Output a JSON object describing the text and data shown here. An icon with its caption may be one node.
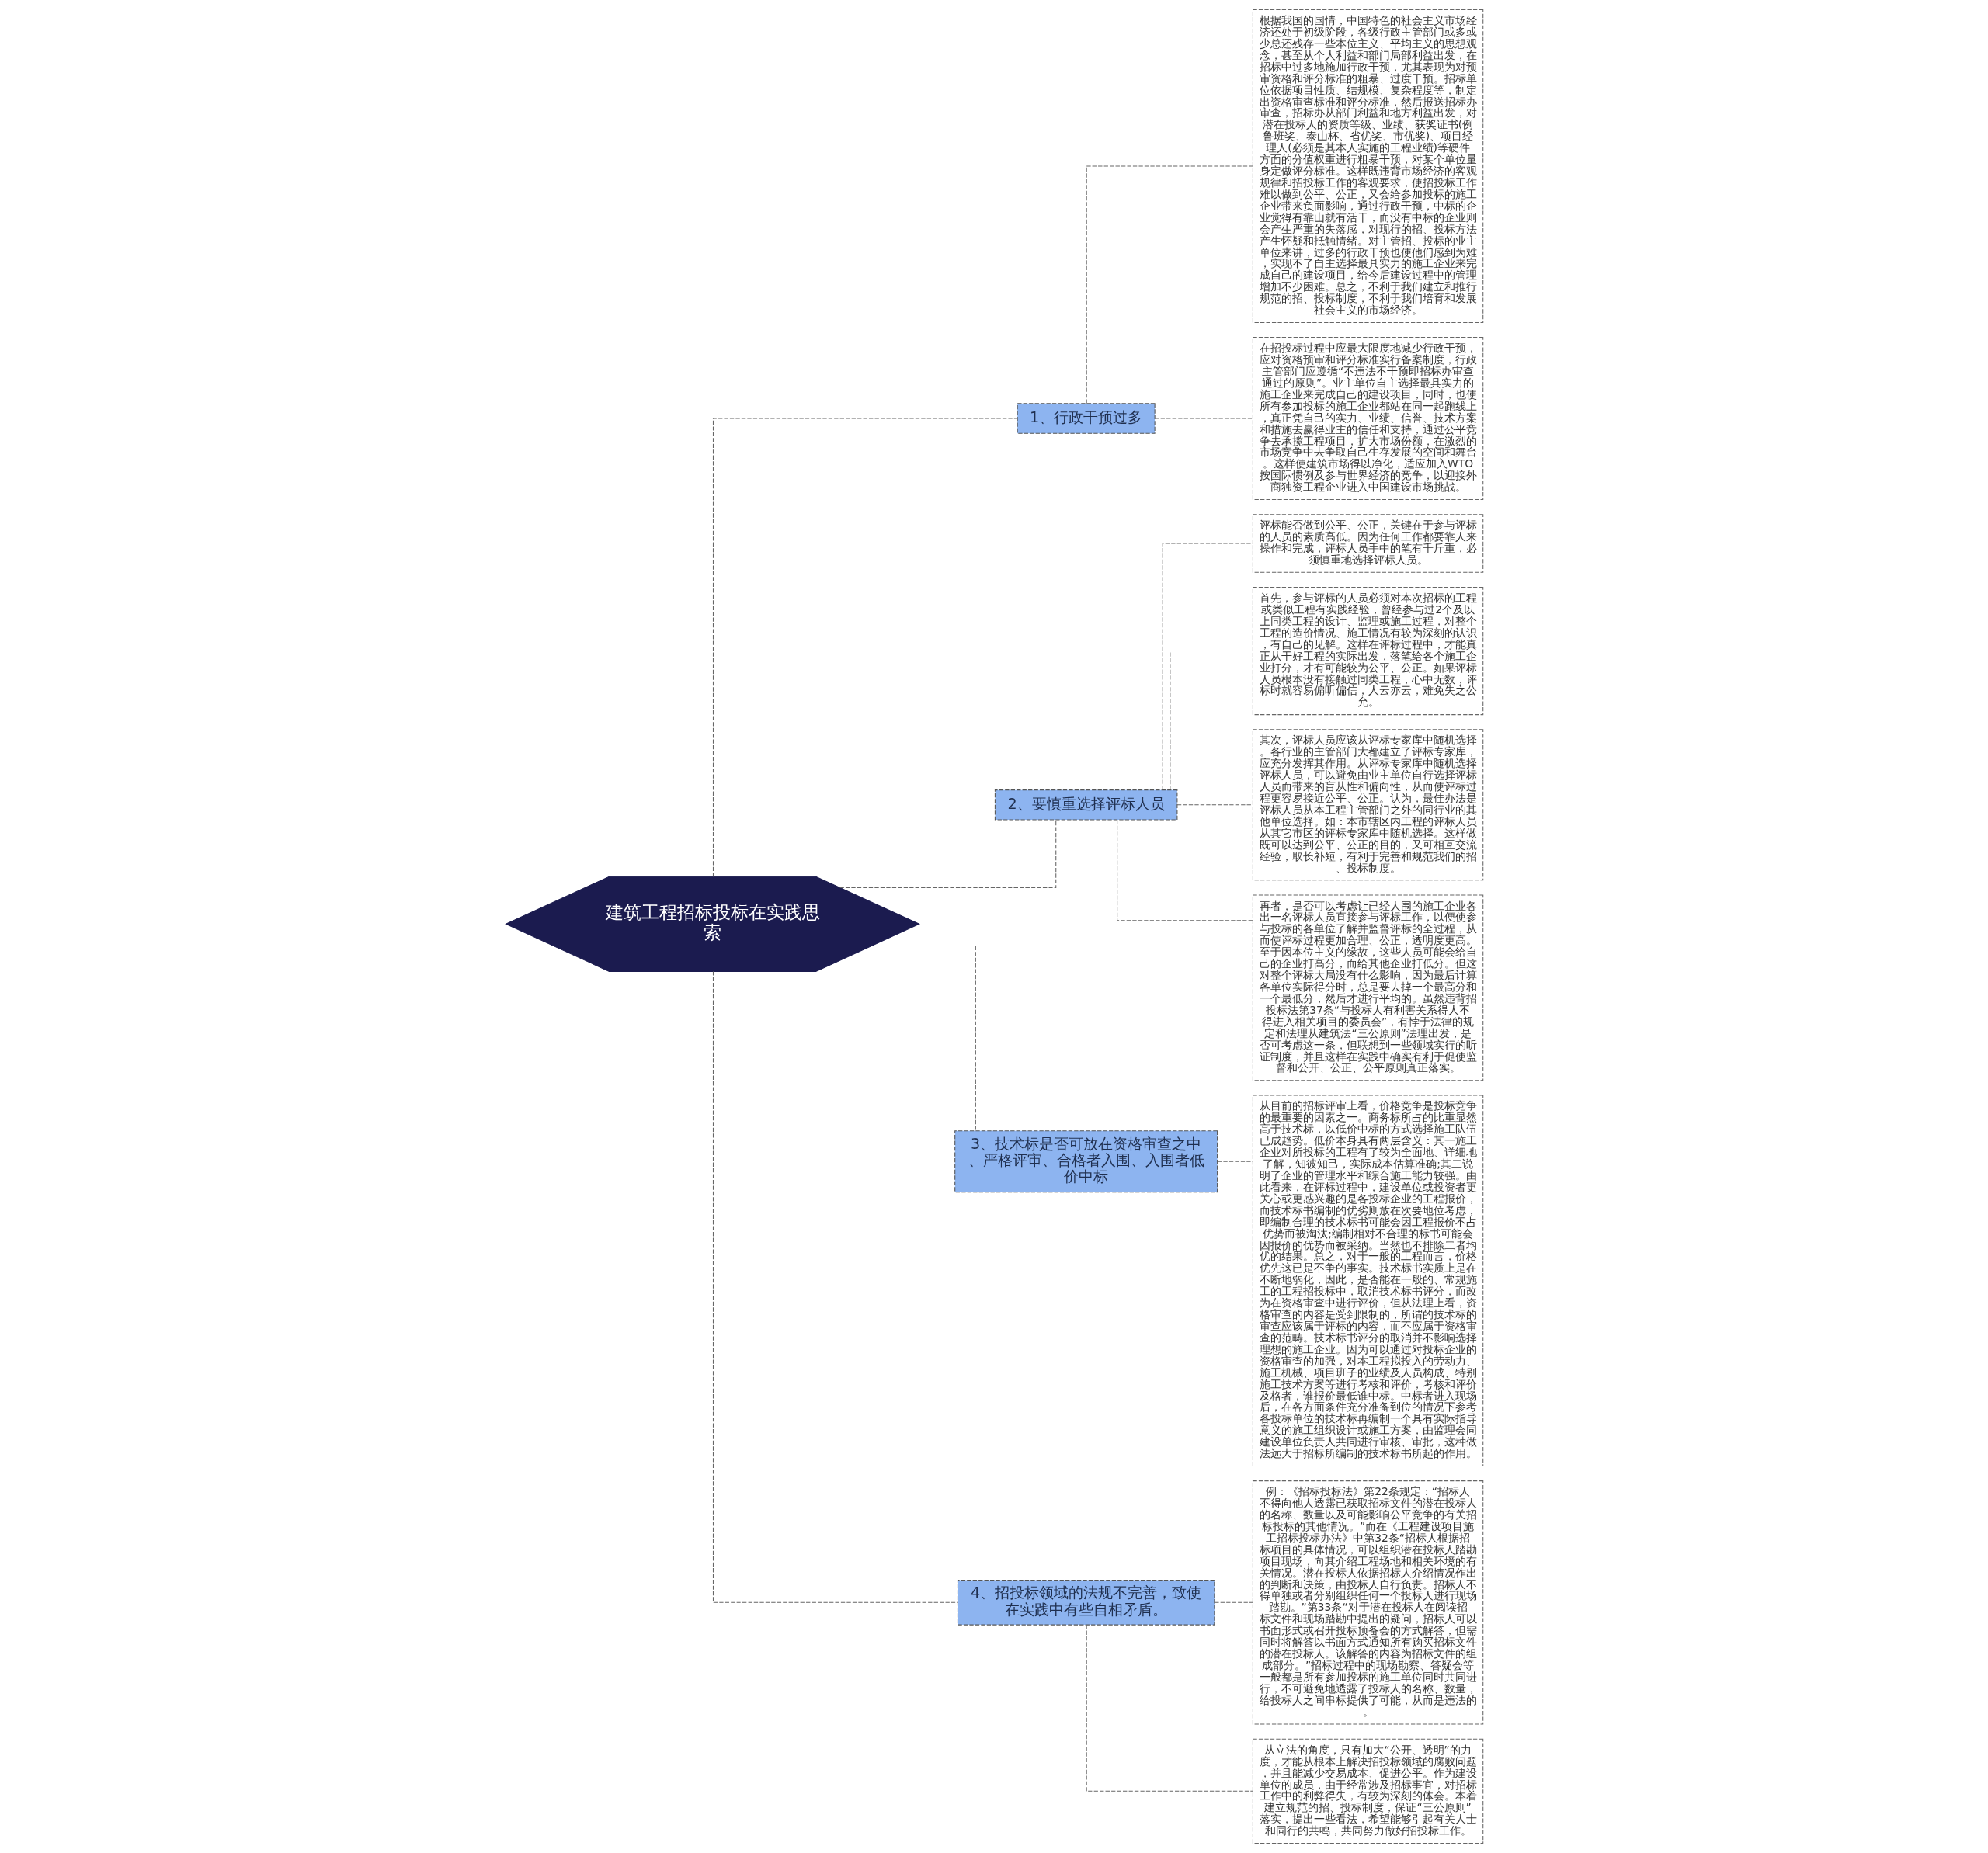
{
  "diagram": {
    "nodes": [
      {
        "text": [
          "建筑工程招标投标在实践思索"
        ]
      },
      {
        "text": [
          "1、行政干预过多"
        ]
      },
      {
        "text": [
          "根据我国的国情，中国特色的社会主义市场经济还处于初级阶段，各级行政主管部门或多或少总还残存一些本位主义、平均主义的思想观念，甚至从个人利益和部门局部利益出发，在招标中过多地施加行政干预，尤其表现为对预审资格和评分标准的粗暴、过度干预。招标单位依据项目性质、结规模、复杂程度等，制定出资格审查标准和评分标准，然后报送招标办审查，招标办从部门利益和地方利益出发，对潜在投标人的资质等级、业绩、获奖证书(例鲁班奖、泰山杯、省优奖、市优奖)、项目经理人(必须是其本人实施的工程业绩)等硬件方面的分值权重进行粗暴干预，对某个单位量身定做评分标准。这样既违背市场经济的客观规律和招投标工作的客观要求，使招投标工作难以做到公平、公正，又会给参加投标的施工企业带来负面影响，通过行政干预，中标的企业觉得有靠山就有活干，而没有中标的企业则会产生严重的失落感，对现行的招、投标方法产生怀疑和抵触情绪。对主管招、投标的业主单位来讲，过多的行政干预也使他们感到为难，实现不了自主选择最具实力的施工企业来完成自己的建设项目，给今后建设过程中的管理增加不少困难。总之，不利于我们建立和推行规范的招、投标制度，不利于我们培育和发展社会主义的市场经济。"
        ]
      },
      {
        "text": [
          "在招投标过程中应最大限度地减少行政干预，应对资格预审和评分标准实行备案制度，行政主管部门应遵循“不违法不干预即招标办审查通过的原则”。业主单位自主选择最具实力的施工企业来完成自己的建设项目，同时，也使所有参加投标的施工企业都站在同一起跑线上，真正凭自己的实力、业绩、信誉、技术方案和措施去赢得业主的信任和支持，通过公平竞争去承揽工程项目，扩大市场份额，在激烈的市场竞争中去争取自己生存发展的空间和舞台。这样使建筑市场得以净化，适应加入WTO按国际惯例及参与世界经济的竞争，以迎接外商独资工程企业进入中国建设市场挑战。"
        ]
      },
      {
        "text": [
          "2、要慎重选择评标人员"
        ]
      },
      {
        "text": [
          "评标能否做到公平、公正，关键在于参与评标的人员的素质高低。因为任何工作都要靠人来操作和完成，评标人员手中的笔有千斤重，必须慎重地选择评标人员。"
        ]
      },
      {
        "text": [
          "首先，参与评标的人员必须对本次招标的工程或类似工程有实践经验，曾经参与过2个及以上同类工程的设计、监理或施工过程，对整个工程的造价情况、施工情况有较为深刻的认识，有自己的见解。这样在评标过程中，才能真正从干好工程的实际出发，落笔给各个施工企业打分，才有可能较为公平、公正。如果评标人员根本没有接触过同类工程，心中无数，评标时就容易偏听偏信，人云亦云，难免失之公允。"
        ]
      },
      {
        "text": [
          "其次，评标人员应该从评标专家库中随机选择。各行业的主管部门大都建立了评标专家库，应充分发挥其作用。从评标专家库中随机选择评标人员，可以避免由业主单位自行选择评标人员而带来的盲从性和偏向性，从而使评标过程更容易接近公平、公正。认为，最佳办法是评标人员从本工程主管部门之外的同行业的其他单位选择。如：本市辖区内工程的评标人员从其它市区的评标专家库中随机选择。这样做既可以达到公平、公正的目的，又可相互交流经验，取长补短，有利于完善和规范我们的招、投标制度。"
        ]
      },
      {
        "text": [
          "再者，是否可以考虑让已经人围的施工企业各出一名评标人员直接参与评标工作，以便使参与投标的各单位了解并监督评标的全过程，从而使评标过程更加合理、公正，透明度更高。至于因本位主义的缘故，这些人员可能会给自己的企业打高分，而给其他企业打低分。但这对整个评标大局没有什么影响，因为最后计算各单位实际得分时，总是要去掉一个最高分和一个最低分，然后才进行平均的。虽然违背招投标法第37条“与投标人有利害关系得人不得进入相关项目的委员会”，有悖于法律的规定和法理从建筑法“三公原则”法理出发，是否可考虑这一条，但联想到一些领域实行的听证制度，并且这样在实践中确实有利于促使监督和公开、公正、公平原则真正落实。"
        ]
      },
      {
        "text": [
          "3、技术标是否可放在资格审查之中、严格评审、合格者入围、入围者低价中标"
        ]
      },
      {
        "text": [
          "从目前的招标评审上看，价格竞争是投标竞争的最重要的因素之一。商务标所占的比重显然高于技术标，以低价中标的方式选择施工队伍已成趋势。低价本身具有两层含义：其一施工企业对所投标的工程有了较为全面地、详细地了解，知彼知己，实际成本估算准确;其二说明了企业的管理水平和综合施工能力较强。由此看来，在评标过程中，建设单位或投资者更关心或更感兴趣的是各投标企业的工程报价，而技术标书编制的优劣则放在次要地位考虑，即编制合理的技术标书可能会因工程报价不占优势而被淘汰;编制相对不合理的标书可能会因报价的优势而被采纳。当然也不排除二者均优的结果。总之，对于一般的工程而言，价格优先这已是不争的事实。技术标书实质上是在不断地弱化，因此，是否能在一般的、常规施工的工程招投标中，取消技术标书评分，而改为在资格审查中进行评价，但从法理上看，资格审查的内容是受到限制的，所谓的技术标的审查应该属于评标的内容，而不应属于资格审查的范畴。技术标书评分的取消并不影响选择理想的施工企业。因为可以通过对投标企业的资格审查的加强，对本工程拟投入的劳动力、施工机械、项目班子的业绩及人员构成、特别施工技术方案等进行考核和评价，考核和评价及格者，谁报价最低谁中标。中标者进入现场后，在各方面条件充分准备到位的情况下参考各投标单位的技术标再编制一个具有实际指导意义的施工组织设计或施工方案，由监理会同建设单位负责人共同进行审核、审批，这种做法远大于招标所编制的技术标书所起的作用。"
        ]
      },
      {
        "text": [
          "4、招投标领域的法规不完善，致使在实践中有些自相矛盾。"
        ]
      },
      {
        "text": [
          "例：《招标投标法》第22条规定：“招标人不得向他人透露已获取招标文件的潜在投标人的名称、数量以及可能影响公平竞争的有关招标投标的其他情况。”而在《工程建设项目施工招标投标办法》中第32条“招标人根据招标项目的具体情况，可以组织潜在投标人踏勘项目现场，向其介绍工程场地和相关环境的有关情况。潜在投标人依据招标人介绍情况作出的判断和决策，由投标人自行负责。招标人不得单独或者分别组织任何一个投标人进行现场踏勘。”第33条“对于潜在投标人在阅读招标文件和现场踏勘中提出的疑问，招标人可以书面形式或召开投标预备会的方式解答，但需同时将解答以书面方式通知所有购买招标文件的潜在投标人。该解答的内容为招标文件的组成部分。”招标过程中的现场勘察、答疑会等一般都是所有参加投标的施工单位同时共同进行，不可避免地透露了投标人的名称、数量，给投标人之间串标提供了可能，从而是违法的。"
        ]
      },
      {
        "text": [
          "从立法的角度，只有加大“公开、透明”的力度，才能从根本上解决招投标领域的腐败问题，并且能减少交易成本、促进公平。作为建设单位的成员，由于经常涉及招标事宜，对招标工作中的利弊得失，有较为深刻的体会。本着建立规范的招、投标制度，保证“三公原则”落实，提出一些看法，希望能够引起有关人士和同行的共鸣，共同努力做好招投标工作。"
        ]
      }
    ],
    "edges": [
      {
        "from": 0,
        "to": 1,
        "arrow": "none",
        "style": "dashed"
      },
      {
        "from": 1,
        "to": 2,
        "arrow": "none",
        "style": "dashed"
      },
      {
        "from": 1,
        "to": 3,
        "arrow": "none",
        "style": "dashed"
      },
      {
        "from": 0,
        "to": 4,
        "arrow": "none",
        "style": "dashed"
      },
      {
        "from": 4,
        "to": 5,
        "arrow": "none",
        "style": "dashed"
      },
      {
        "from": 4,
        "to": 6,
        "arrow": "none",
        "style": "dashed"
      },
      {
        "from": 4,
        "to": 7,
        "arrow": "none",
        "style": "dashed"
      },
      {
        "from": 4,
        "to": 8,
        "arrow": "none",
        "style": "dashed"
      },
      {
        "from": 0,
        "to": 9,
        "arrow": "none",
        "style": "dashed"
      },
      {
        "from": 9,
        "to": 10,
        "arrow": "none",
        "style": "dashed"
      },
      {
        "from": 0,
        "to": 11,
        "arrow": "none",
        "style": "dashed"
      },
      {
        "from": 11,
        "to": 12,
        "arrow": "none",
        "style": "dashed"
      },
      {
        "from": 11,
        "to": 13,
        "arrow": "none",
        "style": "dashed"
      }
    ]
  }
}
